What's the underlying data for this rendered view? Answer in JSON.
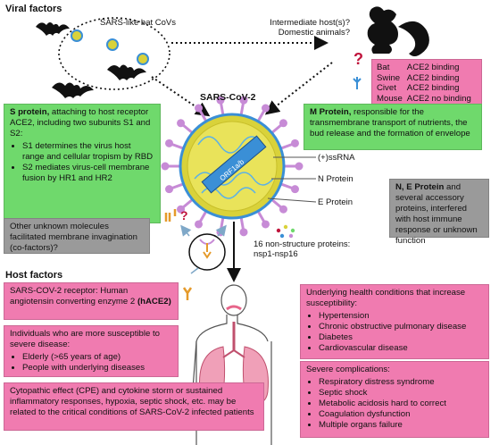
{
  "sections": {
    "viral_factors": "Viral factors",
    "host_factors": "Host factors"
  },
  "labels": {
    "bat_covs": "SARS-like bat CoVs",
    "intermediate_line1": "Intermediate host(s)?",
    "intermediate_line2": "Domestic animals?",
    "virus_title": "SARS-CoV-2",
    "ssrna": "(+)ssRNA",
    "n_protein": "N Protein",
    "e_protein": "E Protein",
    "nsp_line1": "16 non-structure proteins:",
    "nsp_line2": "nsp1-nsp16",
    "rna_strip": "ORF1a/b"
  },
  "ace2_binding": {
    "rows": [
      {
        "animal": "Bat",
        "result": "ACE2 binding"
      },
      {
        "animal": "Swine",
        "result": "ACE2 binding"
      },
      {
        "animal": "Civet",
        "result": "ACE2 binding"
      },
      {
        "animal": "Mouse",
        "result": "ACE2 no binding"
      }
    ]
  },
  "s_protein": {
    "title": "S protein,",
    "intro": " attaching to host receptor ACE2, including two subunits S1 and S2:",
    "bullets": [
      "S1 determines the virus host range and cellular tropism by RBD",
      "S2 mediates virus-cell membrane fusion by HR1 and HR2"
    ]
  },
  "m_protein": {
    "title": "M Protein,",
    "text": " responsible for the transmembrane transport of nutrients, the bud release and the formation of envelope"
  },
  "ne_protein": {
    "title": "N, E Protein",
    "text": " and several accessory proteins, interfered with host immune response or unknown function"
  },
  "other_molecules": "Other unknown molecules facilitated membrane invagination (co-factors)?",
  "receptor": {
    "text": "SARS-COV-2 receptor: Human angiotensin converting enzyme 2 ",
    "bold": "(hACE2)"
  },
  "susceptible": {
    "title": "Individuals who are more susceptible to severe disease:",
    "bullets": [
      "Elderly (>65 years of age)",
      "People with underlying diseases"
    ]
  },
  "underlying": {
    "title": "Underlying  health conditions that increase susceptibility:",
    "bullets": [
      "Hypertension",
      "Chronic obstructive pulmonary disease",
      "Diabetes",
      "Cardiovascular disease"
    ]
  },
  "complications": {
    "title": "Severe complications:",
    "bullets": [
      "Respiratory distress syndrome",
      "Septic shock",
      "Metabolic acidosis hard to correct",
      "Coagulation dysfunction",
      "Multiple organs failure"
    ]
  },
  "cpe": "Cytopathic effect (CPE) and cytokine storm or sustained inflammatory responses, hypoxia, septic shock, etc. may be related to the critical conditions of SARS-CoV-2 infected patients",
  "question_mark": "?",
  "colors": {
    "pink": "#f07bb0",
    "green": "#6fd96c",
    "gray": "#9a9a9a",
    "spike": "#c78bd6",
    "envelope": "#d9d23a",
    "membrane_blue": "#3a8fd6"
  },
  "icons": [
    "bat-icon",
    "squirrel-icon",
    "virus-icon",
    "cell-icon",
    "human-body-icon",
    "lungs-icon",
    "receptor-icon"
  ]
}
